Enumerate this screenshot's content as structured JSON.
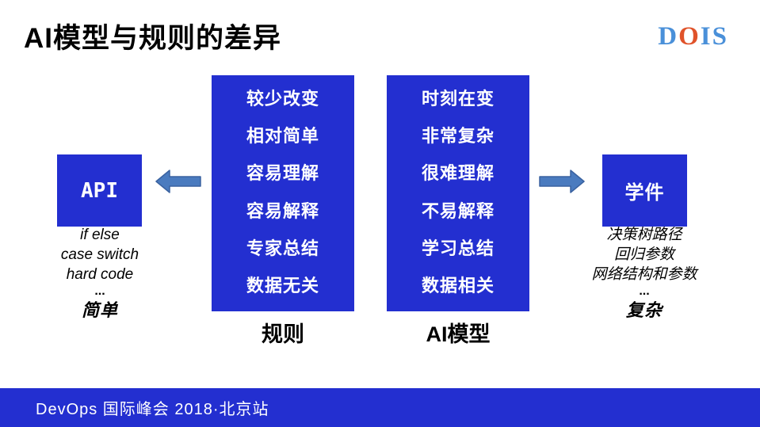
{
  "slide": {
    "title": "AI模型与规则的差异",
    "logo": {
      "letters": [
        {
          "char": "D",
          "color": "#4a90d9"
        },
        {
          "char": "O",
          "color": "#e0532a"
        },
        {
          "char": "I",
          "color": "#4a90d9"
        },
        {
          "char": "S",
          "color": "#4a90d9"
        }
      ]
    }
  },
  "columns": [
    {
      "label": "规则",
      "items": [
        "较少改变",
        "相对简单",
        "容易理解",
        "容易解释",
        "专家总结",
        "数据无关"
      ]
    },
    {
      "label": "AI模型",
      "items": [
        "时刻在变",
        "非常复杂",
        "很难理解",
        "不易解释",
        "学习总结",
        "数据相关"
      ]
    }
  ],
  "left_panel": {
    "box_label": "API",
    "notes": [
      "if else",
      "case switch",
      "hard code"
    ],
    "ellipsis": "...",
    "summary": "简单"
  },
  "right_panel": {
    "box_label": "学件",
    "notes": [
      "决策树路径",
      "回归参数",
      "网络结构和参数"
    ],
    "ellipsis": "...",
    "summary": "复杂"
  },
  "footer": {
    "text": "DevOps 国际峰会 2018·北京站"
  },
  "colors": {
    "primary_blue": "#232fd0",
    "arrow_fill": "#4a7bbf",
    "arrow_border": "#3a62a0",
    "logo_blue": "#4a90d9",
    "logo_orange": "#e0532a"
  }
}
